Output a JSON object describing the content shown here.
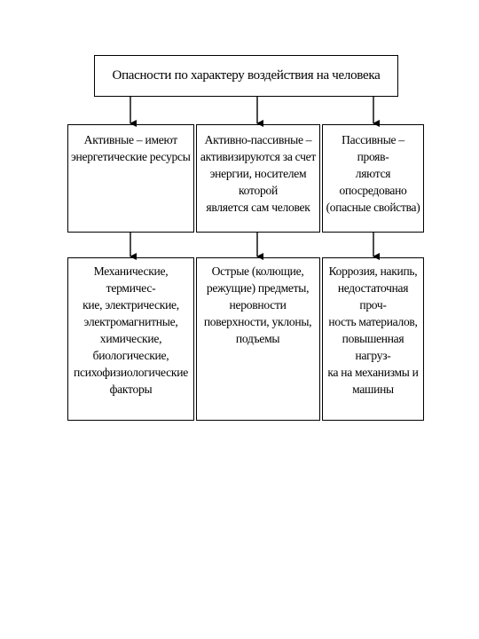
{
  "diagram": {
    "top": {
      "text": "Опасности по характеру воздействия на человека"
    },
    "middle": [
      {
        "text": "Активные – имеют\nэнергетические ресурсы"
      },
      {
        "text": "Активно-пассивные –\nактивизируются за счет\nэнергии, носителем которой\nявляется сам человек"
      },
      {
        "text": "Пассивные – прояв-\nляются опосредовано\n(опасные свойства)"
      }
    ],
    "bottom": [
      {
        "text": "Механические, термичес-\nкие, электрические,\nэлектромагнитные,\nхимические,\nбиологические,\nпсихофизиологические\nфакторы"
      },
      {
        "text": "Острые (колющие,\nрежущие) предметы,\nнеровности\nповерхности, уклоны,\nподъемы"
      },
      {
        "text": "Коррозия, накипь,\nнедостаточная проч-\nность материалов,\nповышенная нагруз-\nка на механизмы и\nмашины"
      }
    ]
  }
}
